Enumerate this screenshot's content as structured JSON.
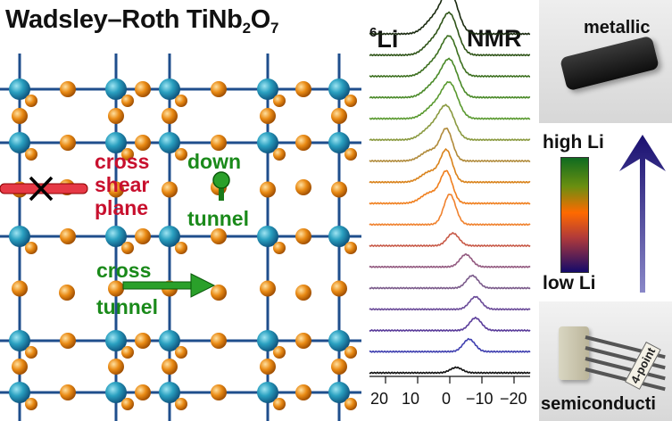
{
  "title": {
    "main": "Wadsley–Roth TiNb",
    "sub1": "2",
    "mid": "O",
    "sub2": "7"
  },
  "structure": {
    "cross_shear": [
      "cross",
      "shear",
      "plane"
    ],
    "down_tunnel": [
      "down",
      "tunnel"
    ],
    "cross_tunnel": [
      "cross",
      "tunnel"
    ]
  },
  "nmr": {
    "nucleus_sup": "6",
    "nucleus": "Li",
    "label": "NMR",
    "ticks": [
      "20",
      "10",
      "0",
      "−10",
      "−20"
    ]
  },
  "chart_data": {
    "type": "line",
    "x_range": [
      25,
      -25
    ],
    "series_count": 17,
    "peak_positions": [
      0,
      0,
      0,
      0,
      0,
      1,
      1,
      1,
      1,
      0,
      -1,
      -5,
      -7,
      -8,
      -8,
      -6,
      -2
    ],
    "colors": [
      "#1a2a10",
      "#2f5418",
      "#3d7020",
      "#4a8a28",
      "#5a9a30",
      "#8a9a40",
      "#b08a3a",
      "#d9831c",
      "#f07f1e",
      "#f0822e",
      "#c85a48",
      "#935a80",
      "#7a5a8a",
      "#6a4a98",
      "#5a3c9a",
      "#4040b0",
      "#111111"
    ]
  },
  "colorbar": {
    "top_label": "high Li",
    "bottom_label": "low Li",
    "colors": [
      "#0f6b20",
      "#ff6a00",
      "#150a6a"
    ]
  },
  "photos": {
    "top_label": "metallic",
    "bottom_label": "semiconducti",
    "probe_label": "4-point"
  },
  "colors": {
    "arrow": "#201070",
    "atom_teal": "#2aa0c0",
    "atom_orange": "#e98a14",
    "bond": "#1f4e8c"
  }
}
